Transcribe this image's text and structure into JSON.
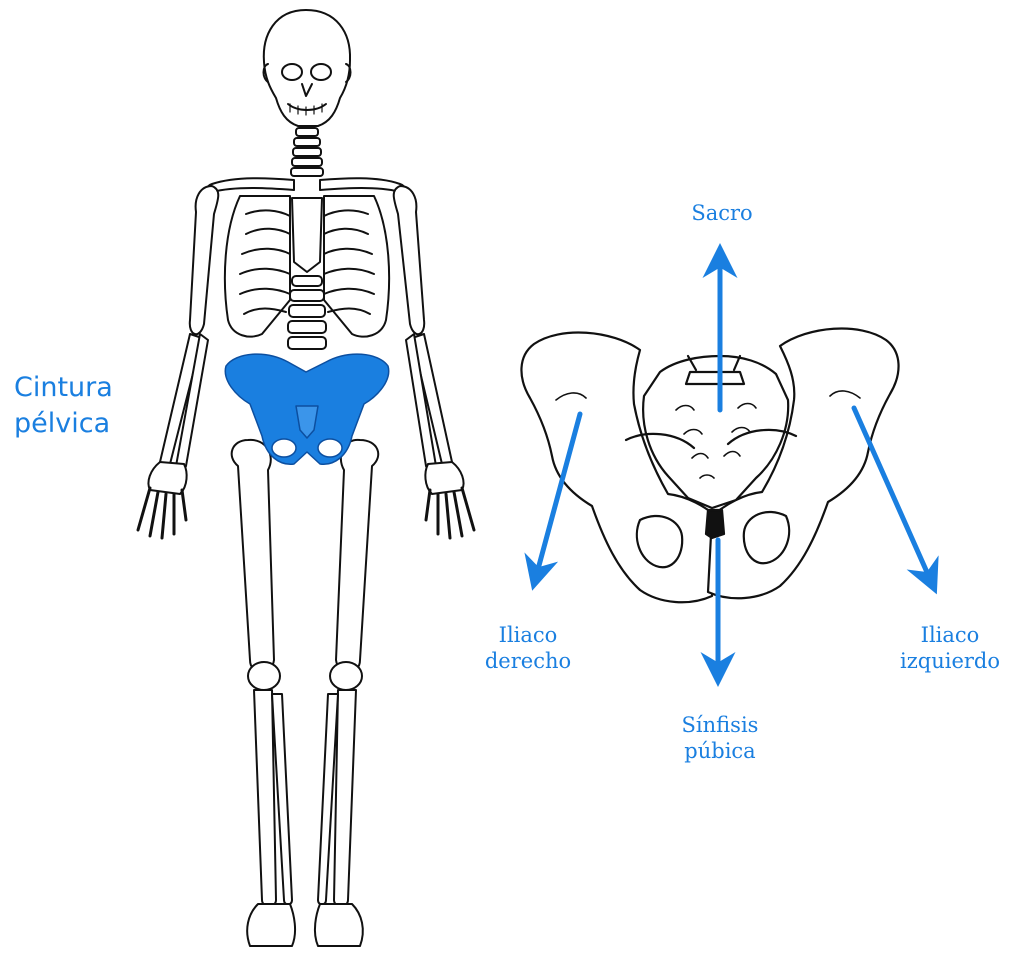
{
  "figure": {
    "colors": {
      "accent": "#1a7fe0",
      "outline": "#111111",
      "paper": "#ffffff"
    },
    "labels": {
      "cintura": {
        "line1": "Cintura",
        "line2": "pélvica"
      },
      "sacro": {
        "line1": "Sacro"
      },
      "iliaco_derecho": {
        "line1": "Iliaco",
        "line2": "derecho"
      },
      "iliaco_izquierdo": {
        "line1": "Iliaco",
        "line2": "izquierdo"
      },
      "sinfisis": {
        "line1": "Sínfisis",
        "line2": "púbica"
      }
    },
    "icons": [
      "skeleton-illustration",
      "pelvis-illustration",
      "arrow"
    ]
  }
}
